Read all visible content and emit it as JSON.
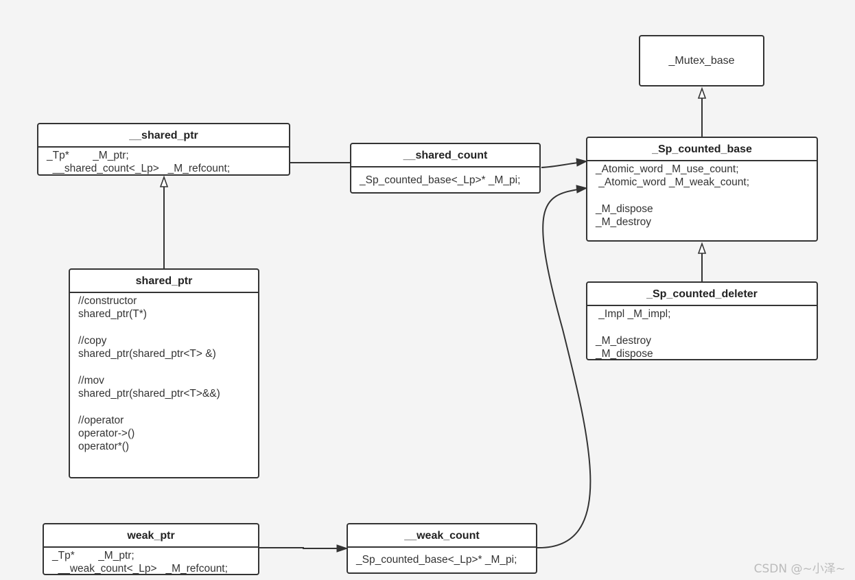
{
  "classes": {
    "mutex_base": {
      "name": "_Mutex_base"
    },
    "shared_ptr_base": {
      "name": "__shared_ptr",
      "members": "_Tp*        _M_ptr;\n  __shared_count<_Lp>   _M_refcount;"
    },
    "shared_count": {
      "name": "__shared_count",
      "members": "_Sp_counted_base<_Lp>* _M_pi;"
    },
    "sp_counted_base": {
      "name": "_Sp_counted_base",
      "members": "_Atomic_word _M_use_count;\n _Atomic_word _M_weak_count;\n\n_M_dispose\n_M_destroy"
    },
    "shared_ptr": {
      "name": "shared_ptr",
      "members": "//constructor\nshared_ptr(T*)\n\n//copy\nshared_ptr(shared_ptr<T> &)\n\n//mov\nshared_ptr(shared_ptr<T>&&)\n\n//operator\noperator->()\noperator*()"
    },
    "sp_counted_deleter": {
      "name": "_Sp_counted_deleter",
      "members": " _Impl _M_impl;\n\n_M_destroy\n_M_dispose"
    },
    "weak_ptr": {
      "name": "weak_ptr",
      "members": "_Tp*        _M_ptr;\n  __weak_count<_Lp>   _M_refcount;"
    },
    "weak_count": {
      "name": "__weak_count",
      "members": "_Sp_counted_base<_Lp>* _M_pi;"
    }
  },
  "watermark": "CSDN @~小泽~"
}
